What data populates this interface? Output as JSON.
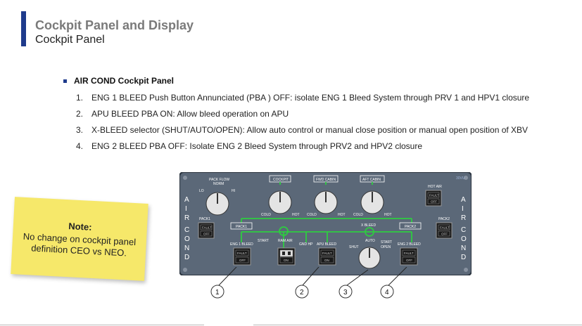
{
  "header": {
    "title": "Cockpit Panel and Display",
    "subtitle": "Cockpit Panel"
  },
  "section": {
    "heading": "AIR COND Cockpit Panel",
    "items": [
      {
        "num": "1.",
        "text": "ENG 1 BLEED  Push Button Annunciated (PBA ) OFF: isolate ENG 1 Bleed System through PRV 1 and HPV1 closure"
      },
      {
        "num": "2.",
        "text": "APU BLEED PBA  ON: Allow  bleed operation on APU"
      },
      {
        "num": "3.",
        "text": "X-BLEED selector (SHUT/AUTO/OPEN): Allow auto control  or manual close position or manual open position of XBV"
      },
      {
        "num": "4.",
        "text": "ENG 2 BLEED  PBA  OFF: Isolate ENG 2  Bleed System through PRV2 and HPV2  closure"
      }
    ]
  },
  "note": {
    "title": "Note:",
    "body": "No change on cockpit panel definition CEO vs NEO."
  },
  "panel": {
    "side_left": "AIR COND",
    "side_right": "AIR COND",
    "labels": {
      "pack_flow": "PACK FLOW",
      "norm": "NORM",
      "lo": "LO",
      "hi": "HI",
      "pack1": "PACK1",
      "pack2": "PACK2",
      "cockpit": "COCKPIT",
      "fwd_cabin": "FWD CABIN",
      "aft_cabin": "AFT CABIN",
      "hot_air": "HOT AIR",
      "cold": "COLD",
      "hot": "HOT",
      "pack1_box": "PACK1",
      "pack2_box": "PACK2",
      "xbleed": "X BLEED",
      "eng1_bleed": "ENG 1 BLEED",
      "eng2_bleed": "ENG 2 BLEED",
      "start": "START",
      "ram_air": "RAM AIR",
      "gnd_hp": "GND HP",
      "apu_bleed": "APU BLEED",
      "shut": "SHUT",
      "auto": "AUTO",
      "open": "OPEN",
      "fault": "FAULT",
      "off": "OFF",
      "on": "ON",
      "code": "30VU"
    },
    "callouts": [
      "1",
      "2",
      "3",
      "4"
    ]
  },
  "colors": {
    "accent": "#1f3b8c",
    "panel_bg": "#5b6878",
    "duct_green": "#2ecc40",
    "note_bg": "#f6e86a"
  }
}
